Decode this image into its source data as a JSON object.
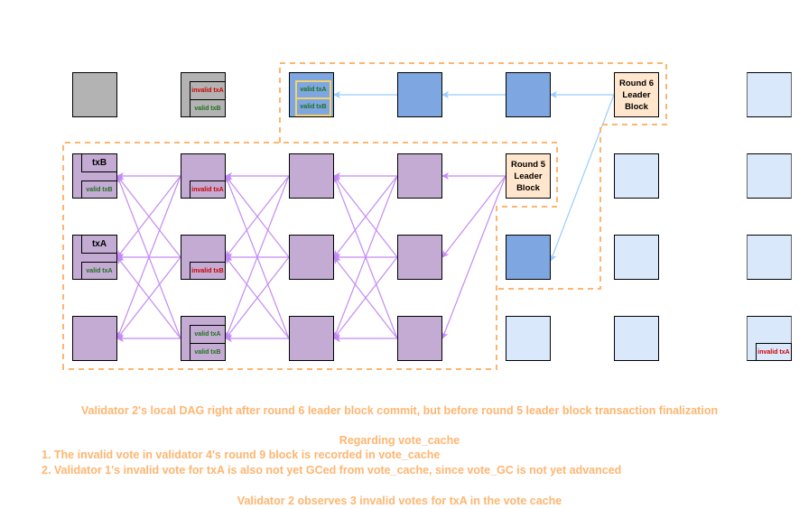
{
  "diagram": {
    "colors": {
      "gray": "#b3b3b3",
      "purple": "#c3abd3",
      "blue": "#7ea6e0",
      "light_blue": "#dae8fc",
      "leader": "#ffe6cc",
      "purple_edge": "#c38bf5",
      "blue_edge": "#99ccff",
      "dashed_outline": "#ffb570",
      "invalid_text": "#cc0000",
      "valid_text": "#1e6f1e"
    },
    "blocks": {
      "r1c1": {},
      "r1c2": {
        "inner": [
          "invalid txA",
          "valid txB"
        ]
      },
      "r1c3": {
        "inner": [
          "valid txA",
          "valid txB"
        ]
      },
      "r1c6_leader": "Round 6\nLeader\nBlock",
      "r2c1": {
        "tx": "txB",
        "vote": "valid txB"
      },
      "r2c2": {
        "vote": "invalid txA"
      },
      "r2c5_leader": "Round 5\nLeader\nBlock",
      "r3c1": {
        "tx": "txA",
        "vote": "valid txA"
      },
      "r3c2": {
        "vote": "invalid txB"
      },
      "r4c2": {
        "inner": [
          "valid txA",
          "valid txB"
        ]
      },
      "r4c7": {
        "vote": "invalid txA"
      }
    }
  },
  "captions": {
    "title": "Validator 2's local DAG right after round 6 leader block commit, but before round 5 leader block transaction finalization",
    "regarding": "Regarding vote_cache",
    "point1": "1. The invalid vote in validator 4's round 9 block is recorded in vote_cache",
    "point2": "2. Validator 1's invalid vote for txA is also not yet GCed from vote_cache, since vote_GC is not yet advanced",
    "conclusion": "Validator 2 observes 3 invalid votes for txA in the vote cache"
  }
}
